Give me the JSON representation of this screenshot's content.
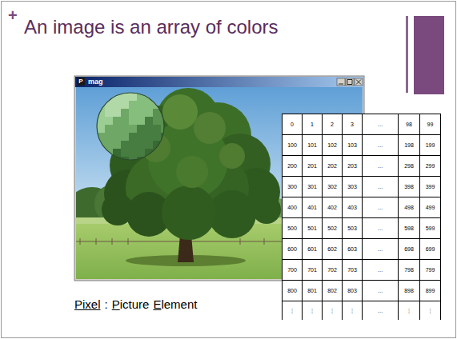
{
  "diagram": {
    "title": "An image is an array of colors",
    "labels": [
      "+",
      "P",
      "mag",
      "0",
      "1",
      "2",
      "3",
      "…",
      "98",
      "99",
      "100",
      "101",
      "102",
      "103",
      "…",
      "198",
      "199",
      "200",
      "201",
      "202",
      "203",
      "…",
      "298",
      "299",
      "300",
      "301",
      "302",
      "303",
      "…",
      "398",
      "399",
      "400",
      "401",
      "402",
      "403",
      "…",
      "498",
      "499",
      "500",
      "501",
      "502",
      "503",
      "…",
      "598",
      "599",
      "600",
      "601",
      "602",
      "603",
      "…",
      "698",
      "699",
      "700",
      "701",
      "702",
      "703",
      "…",
      "798",
      "799",
      "800",
      "801",
      "802",
      "803",
      "…",
      "898",
      "899",
      "⋮",
      "⋮",
      "⋮",
      "⋮",
      "…",
      "⋮",
      "⋮",
      "Pixel",
      ":",
      "Picture",
      "Element"
    ]
  }
}
